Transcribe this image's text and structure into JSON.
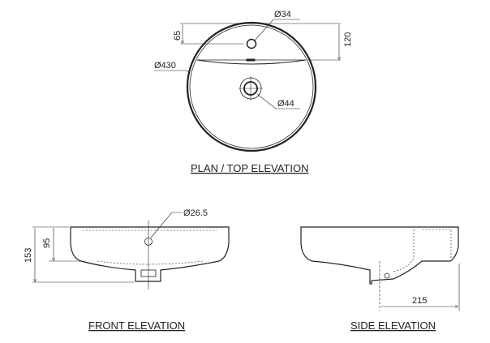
{
  "plan": {
    "title": "PLAN / TOP ELEVATION",
    "dims": {
      "overflow_dia": "Ø34",
      "overflow_offset": "65",
      "rim_depth": "120",
      "bowl_dia": "Ø430",
      "drain_dia": "Ø44"
    }
  },
  "front": {
    "title": "FRONT ELEVATION",
    "dims": {
      "tap_hole_dia": "Ø26.5",
      "overall_height": "153",
      "bowl_height": "95"
    }
  },
  "side": {
    "title": "SIDE ELEVATION",
    "dims": {
      "drain_offset": "215"
    }
  },
  "colors": {
    "line": "#222222",
    "background": "#ffffff"
  }
}
